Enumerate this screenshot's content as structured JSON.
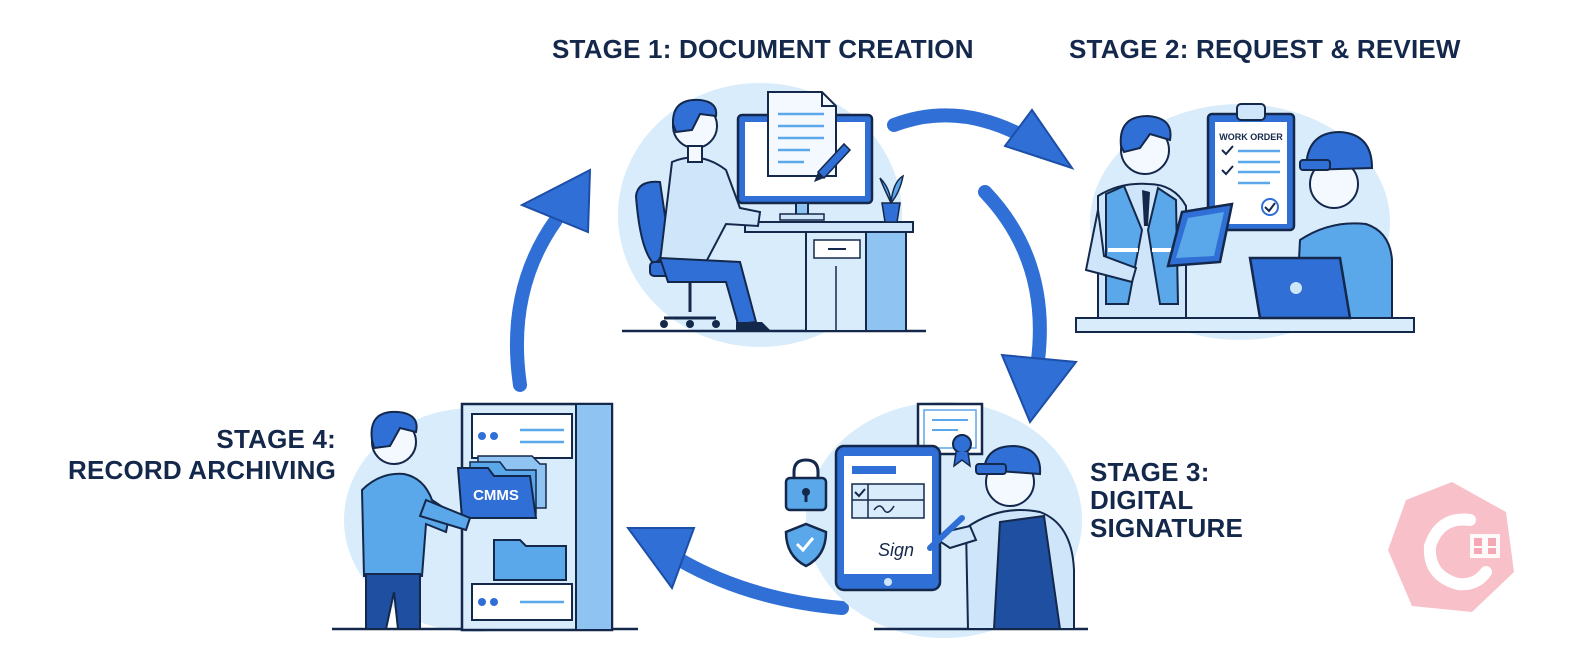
{
  "stages": [
    {
      "id": 1,
      "title": "STAGE 1: DOCUMENT CREATION"
    },
    {
      "id": 2,
      "title": "STAGE 2: REQUEST & REVIEW",
      "clipboard_title": "WORK ORDER"
    },
    {
      "id": 3,
      "title_line1": "STAGE 3:",
      "title_line2": "DIGITAL",
      "title_line3": "SIGNATURE",
      "signature_text": "Sign"
    },
    {
      "id": 4,
      "title_line1": "STAGE 4:",
      "title_line2": "RECORD ARCHIVING",
      "folder_label": "CMMS"
    }
  ],
  "colors": {
    "primary": "#2f6fd6",
    "dark": "#14284b",
    "light": "#d9ecfb",
    "mid": "#5aa7ea",
    "watermark": "#f39aa8"
  }
}
